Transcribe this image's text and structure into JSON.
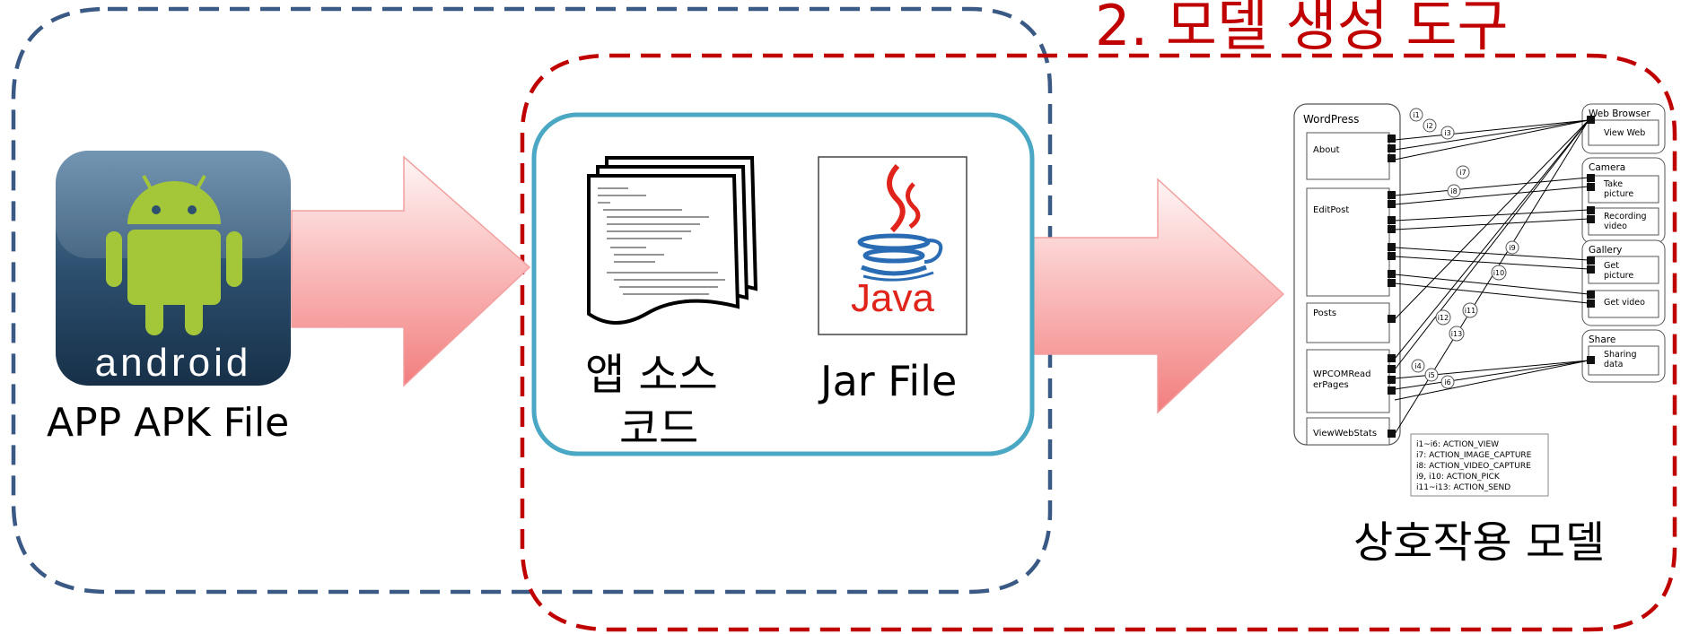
{
  "title": "2. 모델 생성 도구",
  "apk_label": "APP APK File",
  "android_wordmark": "android",
  "source_label_line1": "앱 소스",
  "source_label_line2": "코드",
  "jar_label": "Jar File",
  "java_logo_text": "Java",
  "model_label": "상호작용 모델",
  "model": {
    "app_name": "WordPress",
    "activities": [
      "About",
      "EditPost",
      "Posts",
      "WPCOMRead erPages",
      "ViewWebStats"
    ],
    "targets": [
      {
        "group": "Web Browser",
        "items": [
          "View Web"
        ]
      },
      {
        "group": "Camera",
        "items": [
          "Take picture",
          "Recording video"
        ]
      },
      {
        "group": "Gallery",
        "items": [
          "Get picture",
          "Get video"
        ]
      },
      {
        "group": "Share",
        "items": [
          "Sharing data"
        ]
      }
    ],
    "intent_ids": [
      "i1",
      "i2",
      "i3",
      "i4",
      "i5",
      "i6",
      "i7",
      "i8",
      "i9",
      "i10",
      "i11",
      "i12",
      "i13"
    ],
    "legend": [
      "i1~i6:  ACTION_VIEW",
      "i7: ACTION_IMAGE_CAPTURE",
      "i8: ACTION_VIDEO_CAPTURE",
      "i9, i10: ACTION_PICK",
      "i11~i13: ACTION_SEND"
    ]
  },
  "colors": {
    "blue_dashed": "#3a5a85",
    "red_dashed": "#c00000",
    "teal_frame": "#4aa8c4",
    "arrow_fill_light": "#fde8e8",
    "arrow_fill_dark": "#f27e7e",
    "android_green": "#a4c639",
    "java_red": "#e0241b",
    "java_blue": "#2a6cb4"
  }
}
